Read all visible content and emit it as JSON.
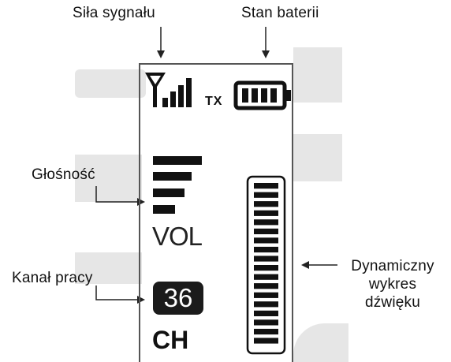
{
  "callouts": {
    "signal_strength": "Siła sygnału",
    "battery_status": "Stan baterii",
    "volume": "Głośność",
    "channel": "Kanał pracy",
    "dynamic_chart_line1": "Dynamiczny",
    "dynamic_chart_line2": "wykres",
    "dynamic_chart_line3": "dźwięku"
  },
  "display": {
    "tx_label": "TX",
    "vol_label": "VOL",
    "channel_number": "36",
    "channel_label": "CH",
    "volume_bars": 4,
    "level_meter_segments": 18
  },
  "colors": {
    "ink": "#111111",
    "panel_border": "#555555",
    "background_shape": "#e6e6e6"
  }
}
